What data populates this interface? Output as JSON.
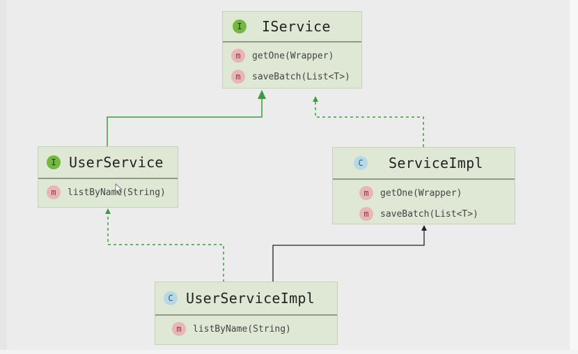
{
  "diagram": {
    "nodes": {
      "iservice": {
        "kind_badge": "I",
        "name": "IService",
        "methods": [
          {
            "badge": "m",
            "label": "getOne(Wrapper)"
          },
          {
            "badge": "m",
            "label": "saveBatch(List<T>)"
          }
        ]
      },
      "userservice": {
        "kind_badge": "I",
        "name": "UserService",
        "methods": [
          {
            "badge": "m",
            "label": "listByName(String)"
          }
        ]
      },
      "serviceimpl": {
        "kind_badge": "C",
        "name": "ServiceImpl",
        "methods": [
          {
            "badge": "m",
            "label": "getOne(Wrapper)"
          },
          {
            "badge": "m",
            "label": "saveBatch(List<T>)"
          }
        ]
      },
      "userserviceimpl": {
        "kind_badge": "C",
        "name": "UserServiceImpl",
        "methods": [
          {
            "badge": "m",
            "label": "listByName(String)"
          }
        ]
      }
    },
    "edges": [
      {
        "from": "UserService",
        "to": "IService",
        "type": "interface-extends",
        "color": "#3f9a3f",
        "style": "solid"
      },
      {
        "from": "ServiceImpl",
        "to": "IService",
        "type": "implements",
        "color": "#3f9a3f",
        "style": "dashed"
      },
      {
        "from": "UserServiceImpl",
        "to": "UserService",
        "type": "implements",
        "color": "#3f9a3f",
        "style": "dashed"
      },
      {
        "from": "UserServiceImpl",
        "to": "ServiceImpl",
        "type": "extends",
        "color": "#222222",
        "style": "solid"
      }
    ]
  }
}
